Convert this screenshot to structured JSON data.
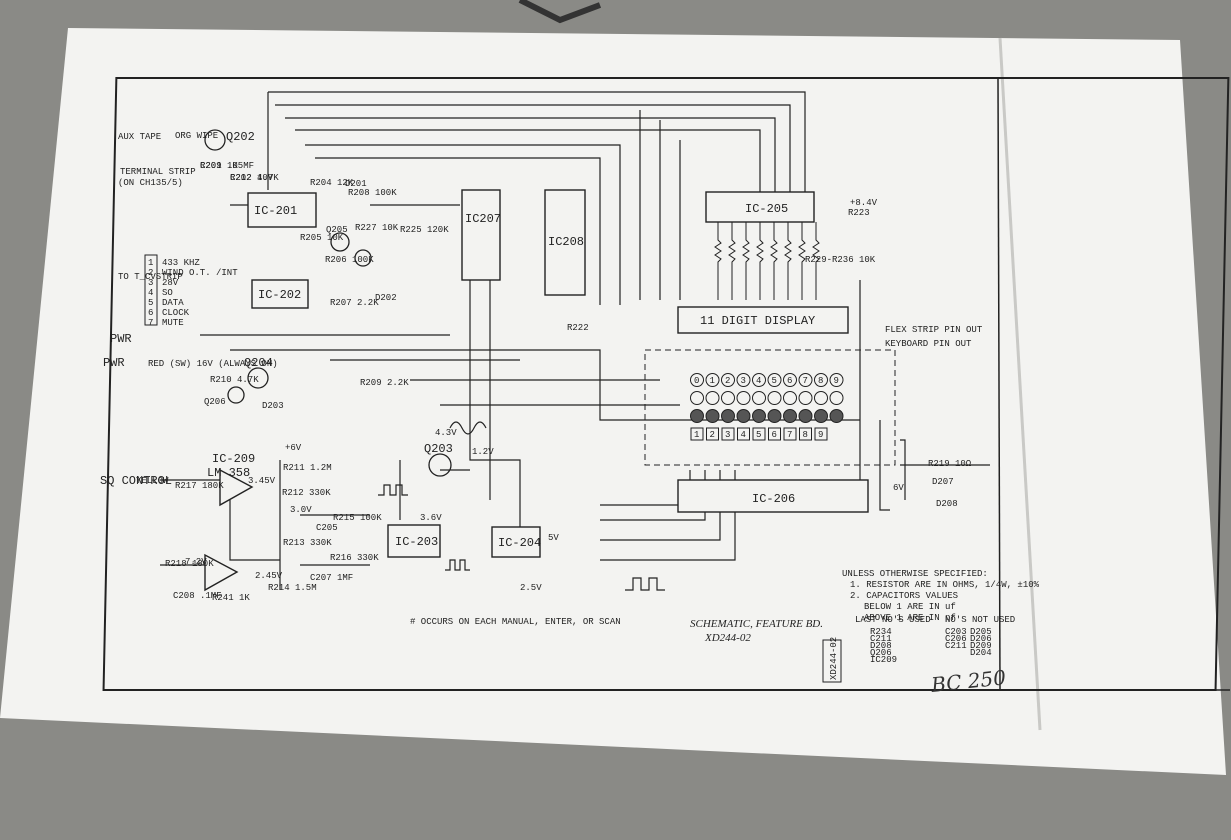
{
  "ic_labels": {
    "ic201": "IC-201",
    "ic202": "IC-202",
    "ic203": "IC-203",
    "ic204": "IC-204",
    "ic205": "IC-205",
    "ic206": "IC-206",
    "ic207": "IC207",
    "ic208": "IC208",
    "ic209": "IC-209",
    "lm358": "LM 358"
  },
  "transistors": {
    "q202": "Q202",
    "q203": "Q203",
    "q204": "Q204",
    "q205": "Q205",
    "q206": "Q206"
  },
  "left_labels": {
    "aux_tape": "AUX TAPE",
    "terminal_strip": "TERMINAL STRIP",
    "terminal_strip_note": "(ON CH135/5)",
    "to_cvstrip": "TO T_CVSTRIP",
    "pwr1": "PWR",
    "pwr2": "PWR",
    "red_note": "RED (SW) 16V (ALWAYS ON)",
    "sq_control": "SQ CONTROL",
    "yellow": "YELLOW",
    "gnd_wipe": "ORG WIPE"
  },
  "connector_pins": [
    "1",
    "2",
    "3",
    "4",
    "5",
    "6",
    "7"
  ],
  "connector_signals": [
    "433 KHZ",
    "WIND O.T. /INT",
    "28V",
    "SO",
    "DATA",
    "CLOCK",
    "MUTE"
  ],
  "display_title": "11 DIGIT DISPLAY",
  "key_rows": [
    [
      "0",
      "1",
      "2",
      "3",
      "4",
      "5",
      "6",
      "7",
      "8",
      "9"
    ],
    [
      "",
      "",
      "",
      "",
      "",
      "",
      "",
      "",
      "",
      ""
    ],
    [
      "",
      "",
      "",
      "",
      "",
      "",
      "",
      "",
      "",
      ""
    ],
    [
      "1",
      "2",
      "3",
      "4",
      "5",
      "6",
      "7",
      "8",
      "9"
    ]
  ],
  "legend": {
    "flex": "FLEX STRIP PIN OUT",
    "keyboard": "KEYBOARD PIN OUT"
  },
  "notes": {
    "unless": "UNLESS OTHERWISE SPECIFIED:",
    "n1": "1. RESISTOR ARE IN OHMS, 1/4W, ±10%",
    "n2": "2. CAPACITORS VALUES",
    "n3": "BELOW 1 ARE IN uf",
    "n4": "ABOVE 1 ARE IN pf",
    "occurs": "# OCCURS ON EACH MANUAL, ENTER, OR SCAN"
  },
  "title_block": {
    "title": "SCHEMATIC, FEATURE BD.",
    "number": "XD244-02",
    "last_used_hdr": "LAST NO'S USED",
    "last_used": [
      "R234",
      "C211",
      "D208",
      "Q206",
      "IC209"
    ],
    "not_used_hdr": "NO'S NOT USED",
    "not_used": [
      "C203",
      "C206",
      "C211",
      "D205",
      "D206",
      "D209",
      "D204"
    ],
    "handwritten": "BC 250",
    "stamp": "XD244-02"
  },
  "component_labels": [
    "R201 1K",
    "R202 4.7K",
    "R204 12K",
    "R205 10K",
    "R206 100K",
    "R207 2.2K",
    "R208 100K",
    "R209 2.2K",
    "R210 4.7K",
    "R211 1.2M",
    "R212 330K",
    "R213 330K",
    "R214 1.5M",
    "R215 100K",
    "R216 330K",
    "R217 180K",
    "R218 180K",
    "R219 10Ω",
    "R222",
    "R223",
    "R225 120K",
    "R227 10K",
    "R229-R236 10K",
    "R241 1K",
    "D201",
    "D202",
    "D203",
    "D207",
    "D208",
    "C205",
    "C207 1MF",
    "C208 .1MF",
    "C209 .05MF",
    "C212 10V"
  ],
  "voltages": [
    "+8.4V",
    "+6V",
    "6V",
    "3.0V",
    "2.45V",
    "3.45V",
    "7.2V",
    "1.2V",
    "4.3V",
    "3.6V",
    "2.5V",
    "5V"
  ]
}
